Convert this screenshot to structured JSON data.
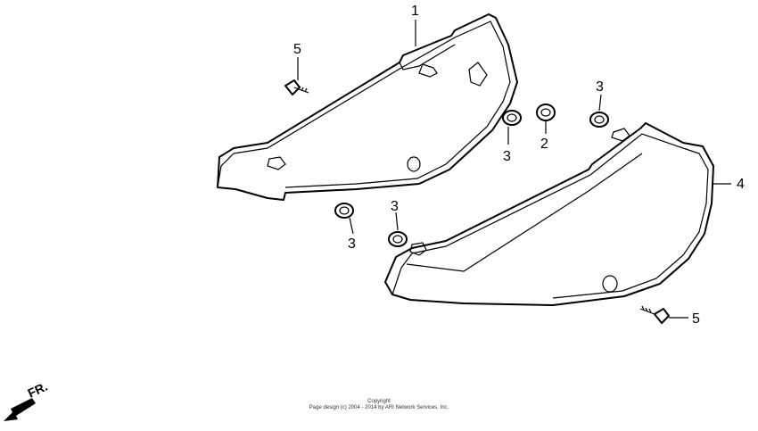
{
  "diagram": {
    "callouts": {
      "c1": "1",
      "c2": "2",
      "c3a": "3",
      "c3b": "3",
      "c3c": "3",
      "c3d": "3",
      "c4": "4",
      "c5a": "5",
      "c5b": "5"
    },
    "front_marker": "FR.",
    "icons": {
      "front_arrow": "arrow-left-down-icon"
    }
  },
  "footer": {
    "line1": "Copyright",
    "line2": "Page design (c) 2004 - 2014 by ARI Network Services, Inc."
  }
}
